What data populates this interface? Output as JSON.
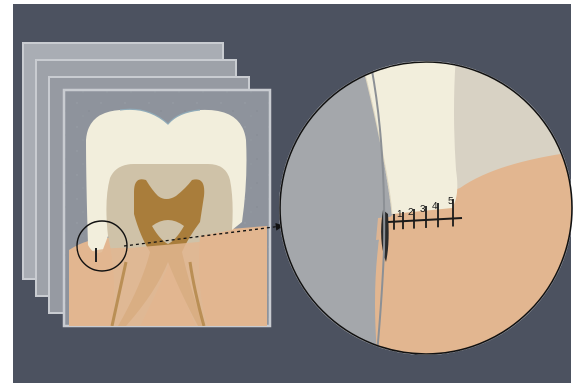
{
  "figure": {
    "background_color": "#4c5260",
    "slice_count": 4,
    "slice_colors": {
      "frame": "#b9bcc2",
      "plate": "#8e939c"
    },
    "tooth_colors": {
      "enamel": "#f2eedc",
      "dentin": "#cfc2a8",
      "pulp": "#a97d3b",
      "gum": "#e2b690",
      "bone": "#a4a7ab"
    },
    "zoom_indicator": {
      "icon": "magnifier-circle",
      "connector": "dashed-arrow"
    },
    "measurement_scale": {
      "labels": [
        "1",
        "2",
        "3",
        "4",
        "5"
      ],
      "tick_color": "#1a1a1a"
    }
  }
}
